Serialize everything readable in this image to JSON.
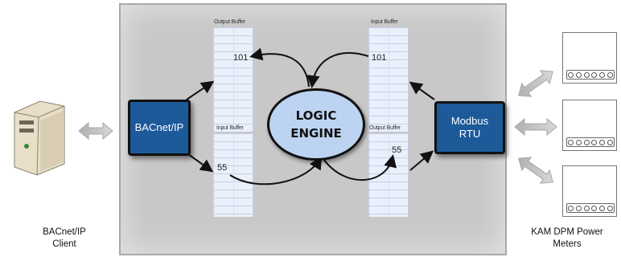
{
  "logic_engine": {
    "line1": "LOGIC",
    "line2": "ENGINE"
  },
  "left_node": {
    "label": "BACnet/IP"
  },
  "right_node": {
    "line1": "Modbus",
    "line2": "RTU"
  },
  "buffers": {
    "left_top": {
      "label": "Output Buffer",
      "value": "101"
    },
    "left_bottom": {
      "label": "Input Buffer",
      "value": "55"
    },
    "right_top": {
      "label": "Input Buffer",
      "value": "101"
    },
    "right_bottom": {
      "label": "Output Buffer",
      "value": "55"
    }
  },
  "client_caption": {
    "line1": "BACnet/IP",
    "line2": "Client"
  },
  "meters_caption": {
    "line1": "KAM DPM Power",
    "line2": "Meters"
  },
  "colors": {
    "panel": "#c8c8c8",
    "node_fill": "#1d5a9a",
    "engine_fill": "#bcd4f2",
    "buffer_fill": "#eaf0fb"
  }
}
